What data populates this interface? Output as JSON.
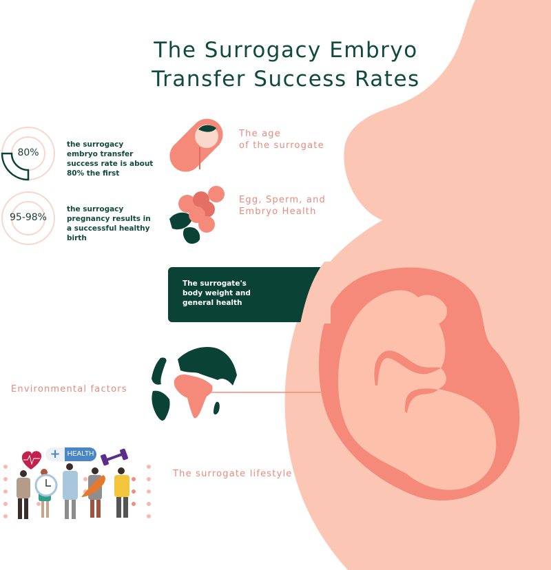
{
  "title": {
    "line1": "The Surrogacy Embryo",
    "line2": "Transfer Success Rates"
  },
  "stats": [
    {
      "value": "80%",
      "description": "the surrogacy embryo transfer success rate is about 80% the first",
      "ring_progress_icon": "partial-arc-progress"
    },
    {
      "value": "95-98%",
      "description": "the surrogacy pregnancy results in a successful healthy birth"
    }
  ],
  "factors": [
    {
      "id": "age",
      "label_line1": "The age",
      "label_line2": "of the surrogate",
      "icon": "pill-capsule-icon"
    },
    {
      "id": "egg-sperm",
      "label_line1": "Egg, Sperm, and",
      "label_line2": "Embryo Health",
      "icon": "cell-cluster-icon"
    },
    {
      "id": "body-weight",
      "label": "The surrogate's body weight and general health"
    },
    {
      "id": "environment",
      "label": "Environmental factors",
      "icon": "globe-africa-icon"
    },
    {
      "id": "lifestyle",
      "label": "The surrogate lifestyle",
      "icon": "healthy-lifestyle-people-illustration"
    }
  ],
  "illustration": {
    "health_badge": "HEALTH",
    "plus_symbol": "+"
  },
  "colors": {
    "dark_green": "#0a4335",
    "title_green": "#0f4a3a",
    "salmon": "#f58a7a",
    "peach_body": "#fcc6b4",
    "label_salmon": "#e58a7d",
    "ring_pink": "#f8d6cc"
  }
}
